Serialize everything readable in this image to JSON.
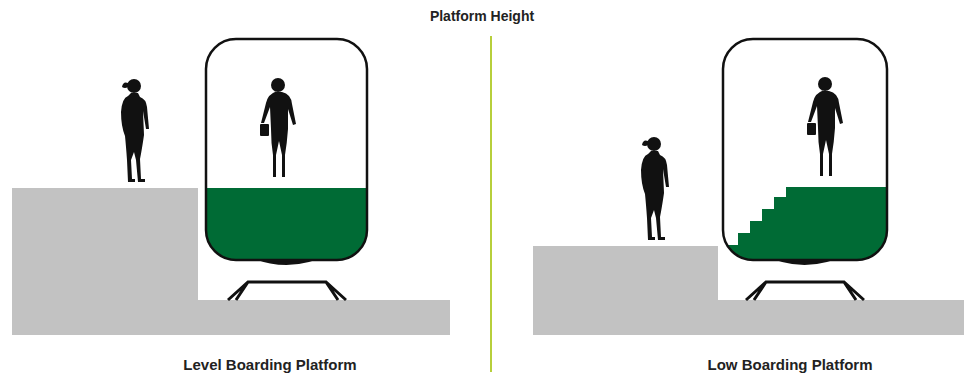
{
  "diagram": {
    "title": "Platform Height",
    "labels": [
      "Level Boarding Platform",
      "Low Boarding Platform"
    ]
  }
}
